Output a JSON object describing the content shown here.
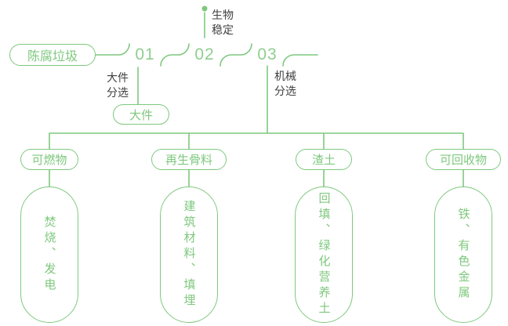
{
  "colors": {
    "accent": "#7ec87e",
    "accent_light": "#8fce8f",
    "text_dark": "#3f3f3f"
  },
  "flow": {
    "source_label": "陈腐垃圾",
    "steps": [
      {
        "num": "01",
        "label": "大件\n分选"
      },
      {
        "num": "02",
        "label": "生物\n稳定"
      },
      {
        "num": "03",
        "label": "机械\n分选"
      }
    ],
    "large_item_label": "大件",
    "branches": [
      {
        "category": "可燃物",
        "result": "焚烧、发电"
      },
      {
        "category": "再生骨料",
        "result": "建筑材料、填埋"
      },
      {
        "category": "渣土",
        "result": "回填、绿化营养土"
      },
      {
        "category": "可回收物",
        "result": "铁、有色金属"
      }
    ]
  }
}
